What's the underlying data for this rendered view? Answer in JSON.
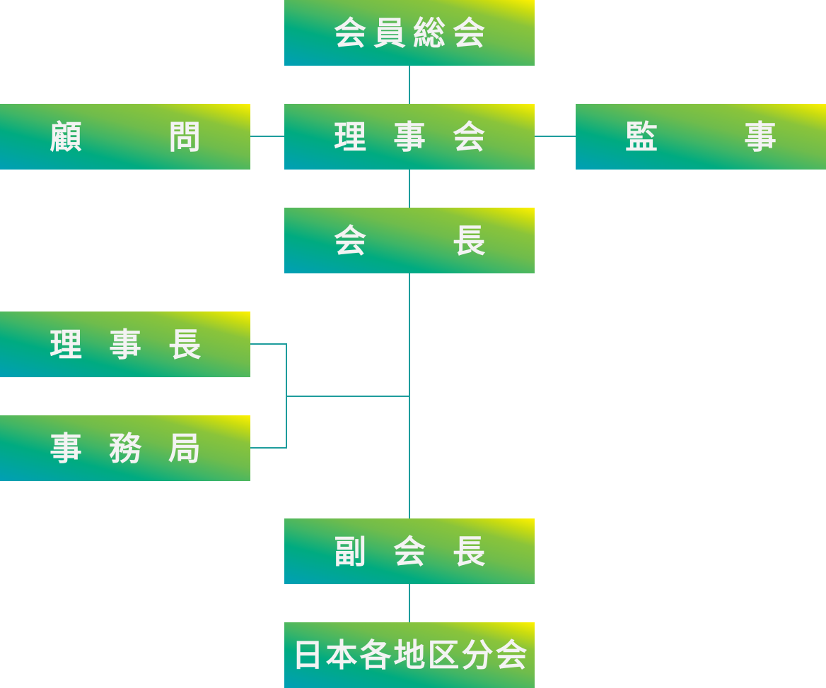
{
  "nodes": {
    "general_assembly": "会員総会",
    "advisor": "顧問",
    "board": "理事会",
    "auditor": "監事",
    "president": "会長",
    "chairman": "理事長",
    "secretariat": "事務局",
    "vice_president": "副会長",
    "regional_branches": "日本各地区分会"
  },
  "colors": {
    "line": "#1d9c9c",
    "gradient_start": "#009fb6",
    "gradient_mid": "#00ab80",
    "gradient_end": "#fff200",
    "text": "#f3f3f3"
  }
}
